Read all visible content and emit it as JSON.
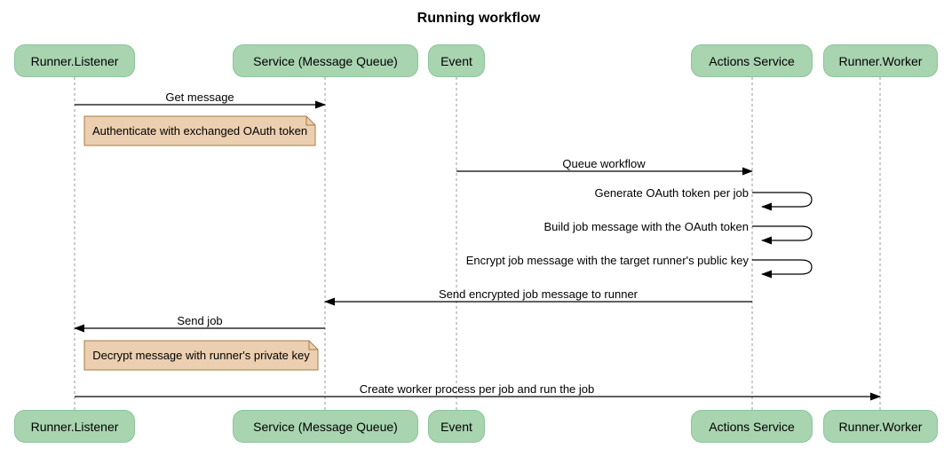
{
  "title": "Running workflow",
  "participants": [
    {
      "name": "Runner.Listener"
    },
    {
      "name": "Service (Message Queue)"
    },
    {
      "name": "Event"
    },
    {
      "name": "Actions Service"
    },
    {
      "name": "Runner.Worker"
    }
  ],
  "messages": [
    {
      "label": "Get message",
      "from": "Runner.Listener",
      "to": "Service (Message Queue)",
      "type": "solid-arrow"
    },
    {
      "label": "Queue workflow",
      "from": "Event",
      "to": "Actions Service",
      "type": "solid-arrow"
    },
    {
      "label": "Generate OAuth token per job",
      "from": "Actions Service",
      "to": "Actions Service",
      "type": "self-loop"
    },
    {
      "label": "Build job message with the OAuth token",
      "from": "Actions Service",
      "to": "Actions Service",
      "type": "self-loop"
    },
    {
      "label": "Encrypt job message with the target runner's public key",
      "from": "Actions Service",
      "to": "Actions Service",
      "type": "self-loop"
    },
    {
      "label": "Send encrypted job message to runner",
      "from": "Actions Service",
      "to": "Service (Message Queue)",
      "type": "solid-arrow"
    },
    {
      "label": "Send job",
      "from": "Service (Message Queue)",
      "to": "Runner.Listener",
      "type": "solid-arrow"
    },
    {
      "label": "Create worker process per job and run the job",
      "from": "Runner.Listener",
      "to": "Runner.Worker",
      "type": "solid-arrow"
    }
  ],
  "notes": [
    {
      "text": "Authenticate with exchanged OAuth token",
      "position": "right of Runner.Listener"
    },
    {
      "text": "Decrypt message with runner's private key",
      "position": "right of Runner.Listener"
    }
  ],
  "colors": {
    "participant_fill": "#A8D4B0",
    "participant_border": "#8CC49A",
    "note_fill": "#EBCFB0",
    "note_border": "#AA7E44",
    "lifeline": "#999999",
    "arrow": "#000000",
    "text": "#000000"
  }
}
